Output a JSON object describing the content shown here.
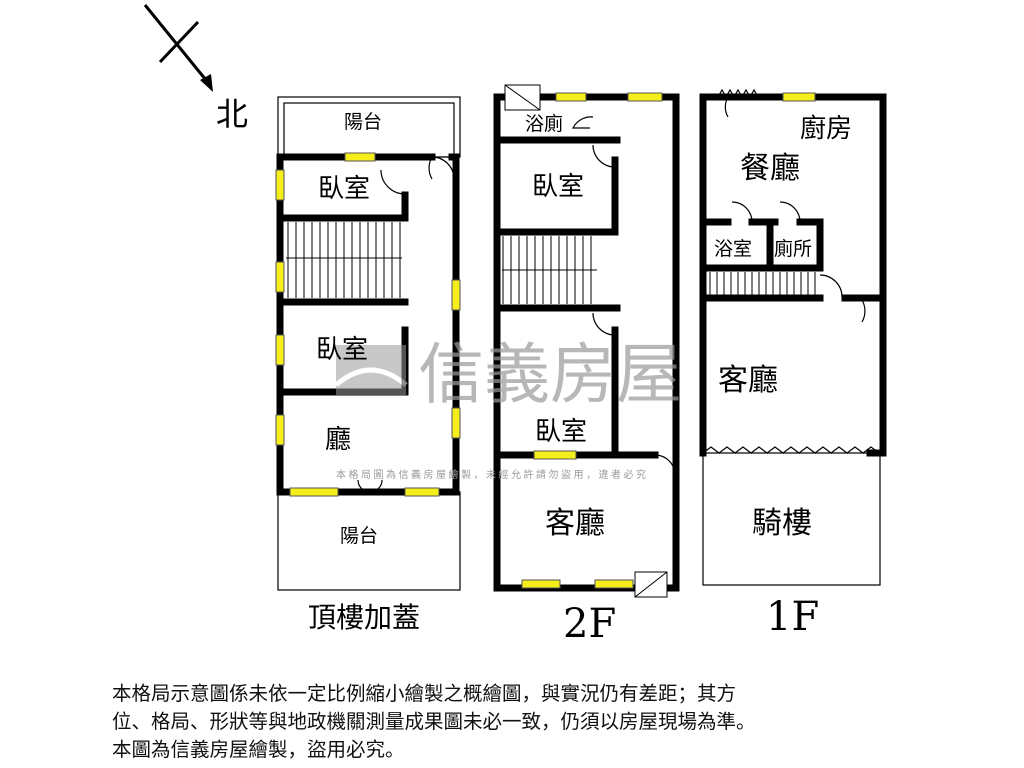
{
  "compass": {
    "north_label": "北"
  },
  "floors": [
    {
      "label": "頂樓加蓋",
      "rooms": [
        "陽台",
        "臥室",
        "臥室",
        "廳",
        "陽台"
      ]
    },
    {
      "label": "2F",
      "rooms": [
        "浴廁",
        "臥室",
        "臥室",
        "客廳"
      ]
    },
    {
      "label": "1F",
      "rooms": [
        "廚房",
        "餐廳",
        "浴室",
        "廁所",
        "客廳",
        "騎樓"
      ]
    }
  ],
  "watermark": {
    "brand": "信義房屋",
    "notice": "本格局圖為信義房屋繪製，未經允許請勿盜用，違者必究"
  },
  "disclaimer": [
    "本格局示意圖係未依一定比例縮小繪製之概繪圖，與實況仍有差距；其方",
    "位、格局、形狀等與地政機關測量成果圖未必一致，仍須以房屋現場為準。",
    "本圖為信義房屋繪製，盜用必究。"
  ],
  "colors": {
    "wall": "#000000",
    "window": "#f5ee1a",
    "watermark": "#9a9a9a"
  }
}
